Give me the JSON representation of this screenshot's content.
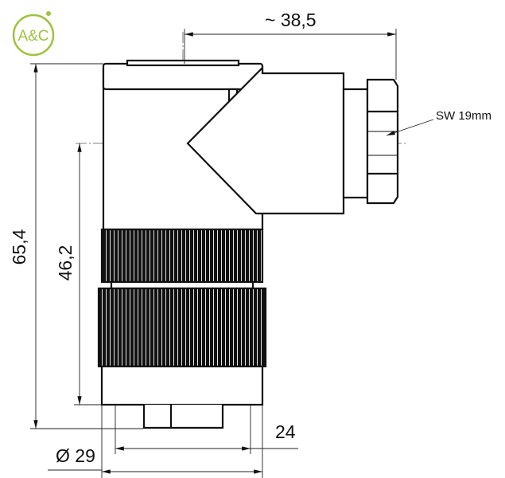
{
  "logo": {
    "text": "A&C",
    "color": "#9dc33b"
  },
  "dimensions": {
    "overall_width": "~ 38,5",
    "overall_height": "65,4",
    "lower_height": "46,2",
    "inner_diameter": "24",
    "outer_diameter": "Ø 29",
    "wrench_size": "SW 19mm"
  }
}
